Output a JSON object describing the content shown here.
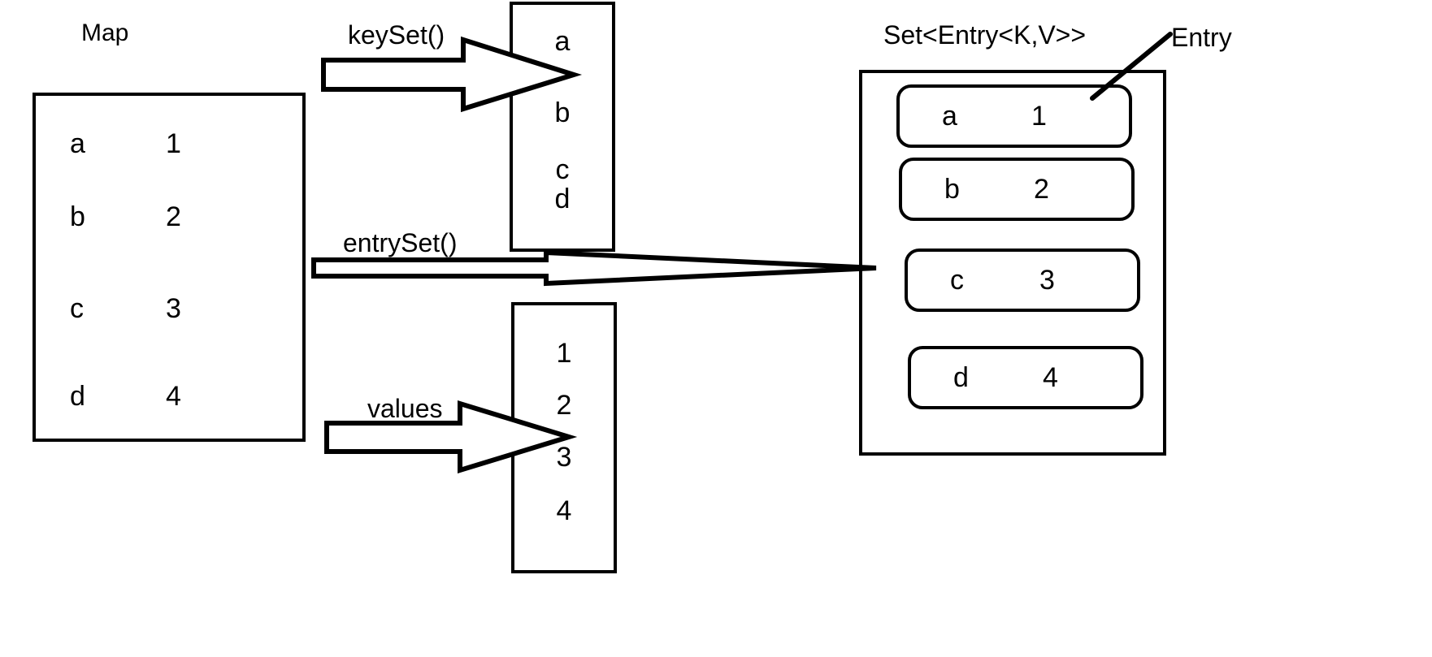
{
  "diagram": {
    "title_map": "Map",
    "title_set": "Set<Entry<K,V>>",
    "annotation_entry": "Entry",
    "arrows": {
      "keyset": "keySet()",
      "entryset": "entrySet()",
      "values": "values"
    }
  },
  "map_panel": {
    "label": "Map",
    "rows": [
      {
        "key": "a",
        "value": "1"
      },
      {
        "key": "b",
        "value": "2"
      },
      {
        "key": "c",
        "value": "3"
      },
      {
        "key": "d",
        "value": "4"
      }
    ]
  },
  "keyset_panel": {
    "items": [
      "a",
      "b",
      "c",
      "d"
    ]
  },
  "values_panel": {
    "items": [
      "1",
      "2",
      "3",
      "4"
    ]
  },
  "set_panel": {
    "label": "Set<Entry<K,V>>",
    "callout": "Entry",
    "entries": [
      {
        "key": "a",
        "value": "1"
      },
      {
        "key": "b",
        "value": "2"
      },
      {
        "key": "c",
        "value": "3"
      },
      {
        "key": "d",
        "value": "4"
      }
    ]
  },
  "colors": {
    "stroke": "#000000",
    "background": "#ffffff"
  }
}
